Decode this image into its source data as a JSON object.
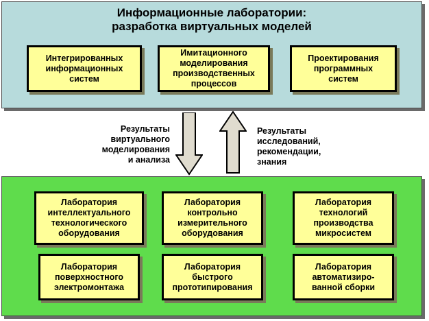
{
  "top": {
    "title_lines": [
      "Информационные лаборатории:",
      "разработка виртуальных моделей"
    ],
    "boxes": [
      {
        "lines": [
          "Интегрированных",
          "информационных",
          "систем"
        ]
      },
      {
        "lines": [
          "Имитационного",
          "моделирования",
          "производственных",
          "процессов"
        ]
      },
      {
        "lines": [
          "Проектирования",
          "программных",
          "систем"
        ]
      }
    ]
  },
  "arrows": {
    "down_caption": [
      "Результаты",
      "виртуального",
      "моделирования",
      "и анализа"
    ],
    "up_caption": [
      "Результаты",
      "исследований,",
      "рекомендации,",
      "знания"
    ]
  },
  "bottom": {
    "boxes": [
      {
        "lines": [
          "Лаборатория",
          "интеллектуального",
          "технологического",
          "оборудования"
        ]
      },
      {
        "lines": [
          "Лаборатория",
          "контрольно",
          "измерительного",
          "оборудования"
        ]
      },
      {
        "lines": [
          "Лаборатория",
          "технологий",
          "производства",
          "микросистем"
        ]
      },
      {
        "lines": [
          "Лаборатория",
          "поверхностного",
          "электромонтажа"
        ]
      },
      {
        "lines": [
          "Лаборатория",
          "быстрого",
          "прототипирования"
        ]
      },
      {
        "lines": [
          "Лаборатория",
          "автоматизиро-",
          "ванной сборки"
        ]
      }
    ]
  },
  "colors": {
    "top_panel": "#b7dbdc",
    "bottom_panel": "#5fdc4c",
    "box_fill": "#ffff99",
    "arrow_fill": "#e0dccf"
  }
}
